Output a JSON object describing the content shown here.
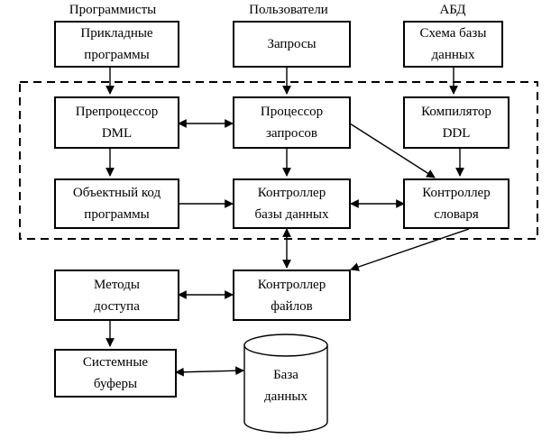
{
  "headers": {
    "programmers": "Программисты",
    "users": "Пользователи",
    "dba": "АБД"
  },
  "nodes": {
    "applied_programs": [
      "Прикладные",
      "программы"
    ],
    "queries": [
      "Запросы"
    ],
    "db_schema": [
      "Схема базы",
      "данных"
    ],
    "preprocessor": [
      "Препроцессор",
      "DML"
    ],
    "query_processor": [
      "Процессор",
      "запросов"
    ],
    "ddl_compiler": [
      "Компилятор",
      "DDL"
    ],
    "object_code": [
      "Объектный код",
      "программы"
    ],
    "db_controller": [
      "Контроллер",
      "базы данных"
    ],
    "dictionary_controller": [
      "Контроллер",
      "словаря"
    ],
    "access_methods": [
      "Методы",
      "доступа"
    ],
    "file_controller": [
      "Контроллер",
      "файлов"
    ],
    "system_buffers": [
      "Системные",
      "буферы"
    ],
    "database": [
      "База",
      "данных"
    ]
  },
  "colors": {
    "stroke": "#000000",
    "background": "#ffffff"
  }
}
